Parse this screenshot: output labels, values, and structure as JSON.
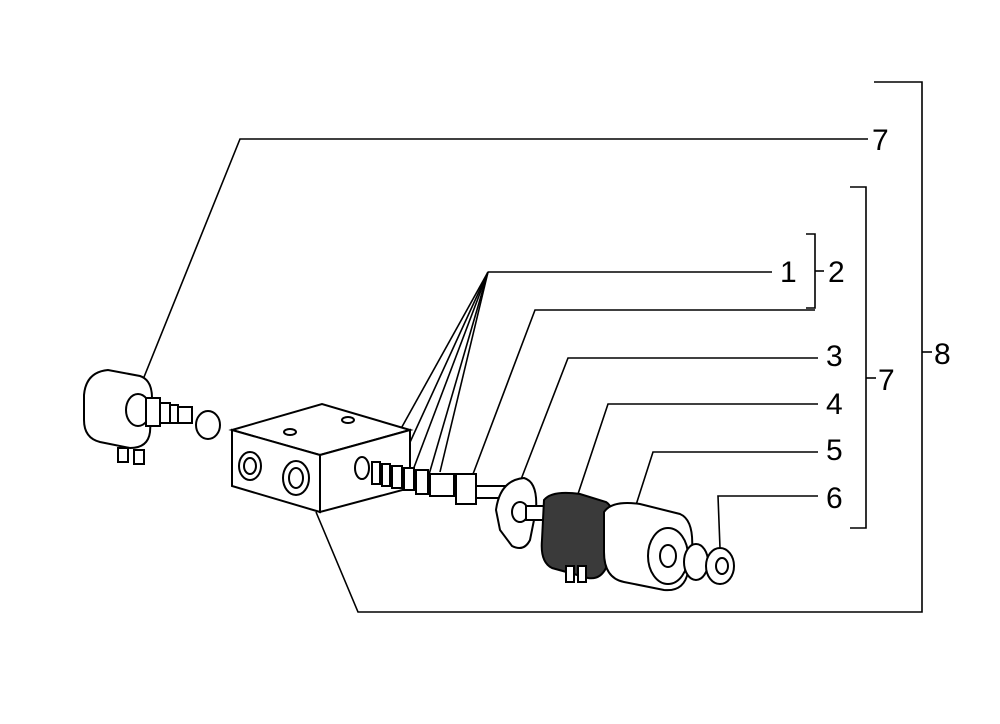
{
  "labels": {
    "l1": "1",
    "l2": "2",
    "l3": "3",
    "l4": "4",
    "l5": "5",
    "l6": "6",
    "l7_top": "7",
    "l7_mid": "7",
    "l8": "8"
  },
  "colors": {
    "line": "#000000",
    "background": "#ffffff",
    "coil_dark": "#3a3a3a"
  }
}
